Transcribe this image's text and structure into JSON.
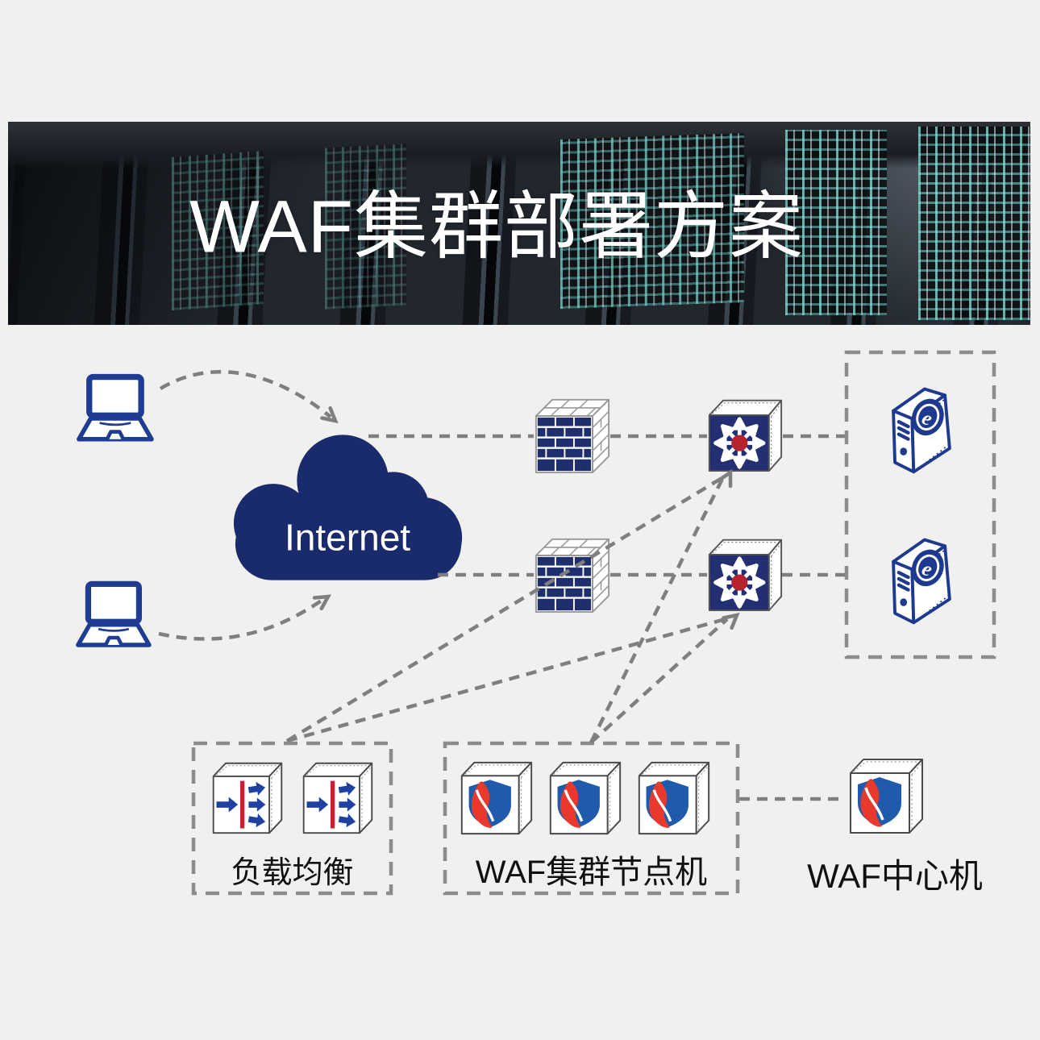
{
  "header": {
    "title": "WAF集群部署方案"
  },
  "cloud": {
    "label": "Internet"
  },
  "groups": {
    "load_balancer": {
      "label": "负载均衡"
    },
    "waf_cluster": {
      "label": "WAF集群节点机"
    },
    "waf_center": {
      "label": "WAF中心机"
    }
  },
  "icons": {
    "client": "laptop-icon",
    "internet": "cloud-icon",
    "firewall": "firewall-brick-icon",
    "switch": "switch-icon",
    "web_server": "server-icon",
    "load_balancer": "load-balancer-icon",
    "waf_node": "waf-shield-icon",
    "server_badge_letter": "e"
  },
  "colors": {
    "background": "#f0f0ef",
    "cloud_navy": "#1a2b6d",
    "brick_navy": "#1f2e6d",
    "switch_navy": "#232f72",
    "line_navy": "#1e3d92",
    "shield_blue": "#1f5aad",
    "shield_red": "#e8392c",
    "lb_arrow_blue": "#1f42a0",
    "lb_bar_red": "#c1242e",
    "switch_hub_red": "#b4232e",
    "connector_gray": "#7f7f7f",
    "label_black": "#111111",
    "title_white": "#ffffff"
  }
}
